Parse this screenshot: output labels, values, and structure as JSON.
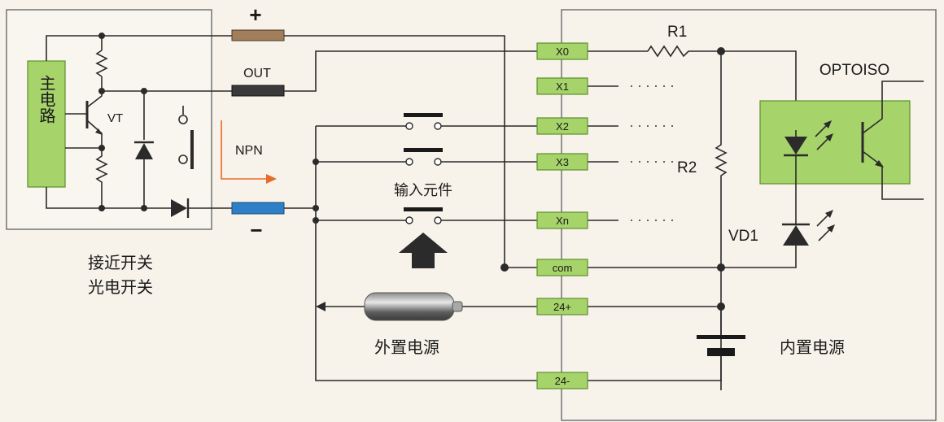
{
  "colors": {
    "terminal": "#a6d36a",
    "terminal_border": "#5e8f2a",
    "block": "#a6d36a",
    "wire": "#2b2b2b",
    "arrow": "#e86a2a"
  },
  "sensor": {
    "main_circuit": "主电路",
    "transistor": "VT",
    "plus": "+",
    "out": "OUT",
    "minus": "−",
    "npn": "NPN",
    "caption_line1": "接近开关",
    "caption_line2": "光电开关"
  },
  "input": {
    "elements_label": "输入元件",
    "external_power": "外置电源"
  },
  "terminals": {
    "x0": "X0",
    "x1": "X1",
    "x2": "X2",
    "x3": "X3",
    "xn": "Xn",
    "com": "com",
    "v24p": "24+",
    "v24": "24-"
  },
  "plc": {
    "r1": "R1",
    "r2": "R2",
    "optoiso": "OPTOISO",
    "vd1": "VD1",
    "internal_power": "内置电源"
  }
}
